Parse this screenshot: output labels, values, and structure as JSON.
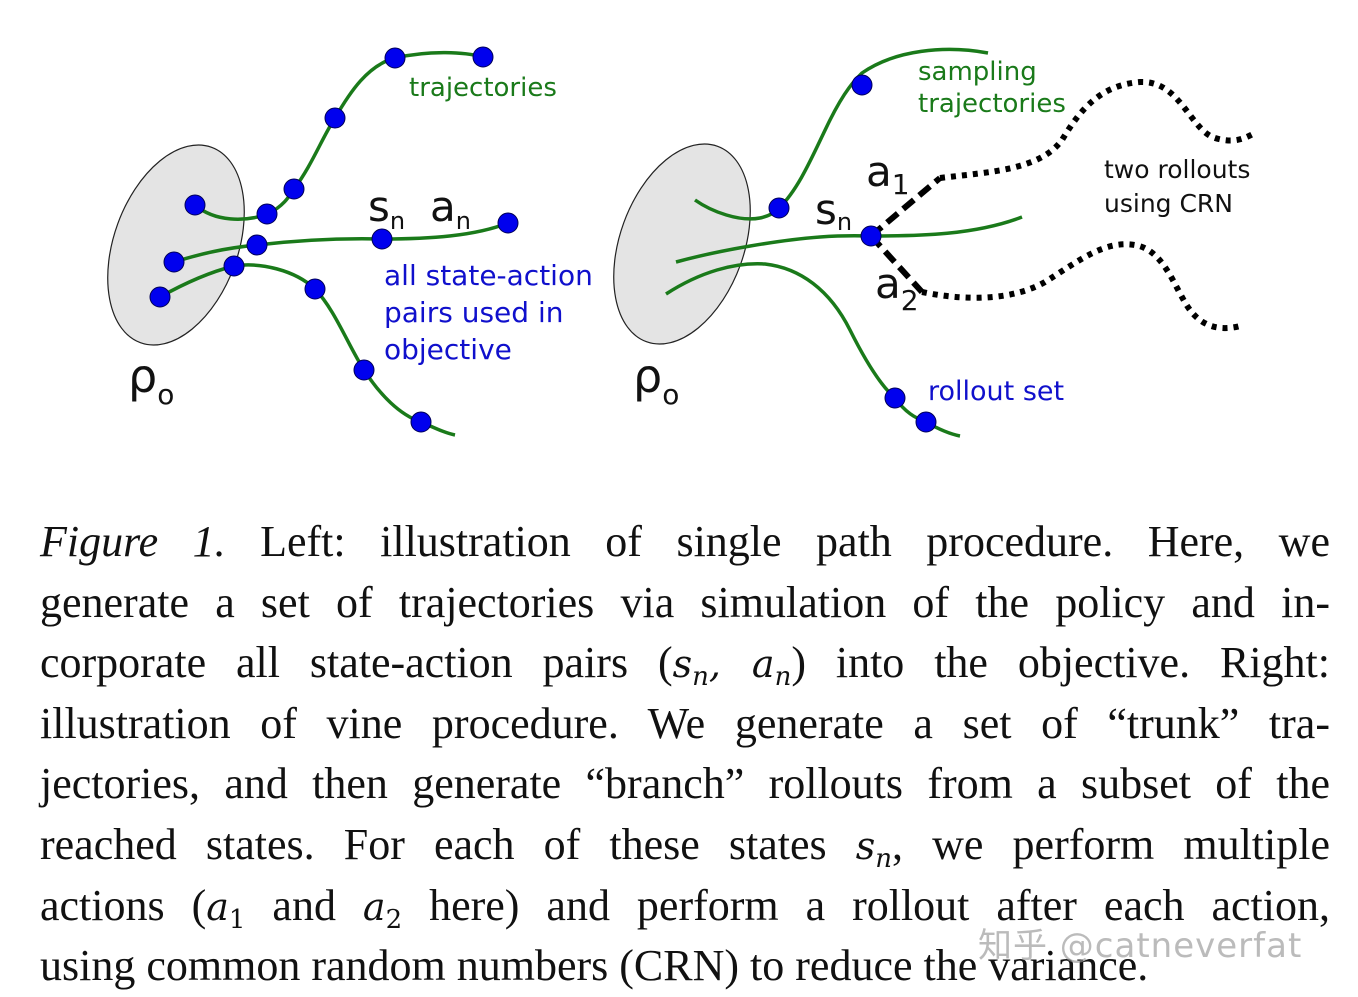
{
  "figure": {
    "left_panel": {
      "title": "single path procedure",
      "labels": {
        "trajectories": "trajectories",
        "s": "s",
        "s_sub": "n",
        "a": "a",
        "a_sub": "n",
        "objective_line1": "all state-action",
        "objective_line2": "pairs used in",
        "objective_line3": "objective",
        "rho": "ρ",
        "rho_sub": "o"
      }
    },
    "right_panel": {
      "title": "vine procedure",
      "labels": {
        "sampling_line1": "sampling",
        "sampling_line2": "trajectories",
        "s": "s",
        "s_sub": "n",
        "a1": "a",
        "a1_sub": "1",
        "a2": "a",
        "a2_sub": "2",
        "crn_line1": "two rollouts",
        "crn_line2": "using CRN",
        "rollout_set": "rollout set",
        "rho": "ρ",
        "rho_sub": "o"
      }
    },
    "colors": {
      "trajectory": "#1a7a1a",
      "state_dot": "#0000ee",
      "label_green": "#1a7a1a",
      "label_blue": "#1010cc",
      "label_black": "#111111",
      "ellipse_fill": "#e4e4e4",
      "rollout": "#000000"
    }
  },
  "caption": {
    "figure_label": "Figure 1.",
    "lines": [
      {
        "pre": " Left:  illustration of single path procedure.  Here, we"
      },
      {
        "pre": "generate a set of trajectories via simulation of the policy and in-"
      },
      {
        "pre": "corporate all state-action pairs (",
        "m1": "s",
        "m1sub": "n",
        "mid": ", ",
        "m2": "a",
        "m2sub": "n",
        "post": ") into the objective. Right:"
      },
      {
        "pre": "illustration of vine procedure.  We generate a set of “trunk” tra-"
      },
      {
        "pre": "jectories, and then generate “branch” rollouts from a subset of the"
      },
      {
        "pre": "reached states.  For each of these states ",
        "m1": "s",
        "m1sub": "n",
        "post": ", we perform multiple"
      },
      {
        "pre": "actions (",
        "m1": "a",
        "m1sub": "1",
        "mid": " and ",
        "m2": "a",
        "m2sub": "2",
        "post": " here) and perform a rollout after each action,"
      },
      {
        "pre": "using common random numbers (CRN) to reduce the variance."
      }
    ]
  },
  "watermark": "知乎 @catneverfat"
}
